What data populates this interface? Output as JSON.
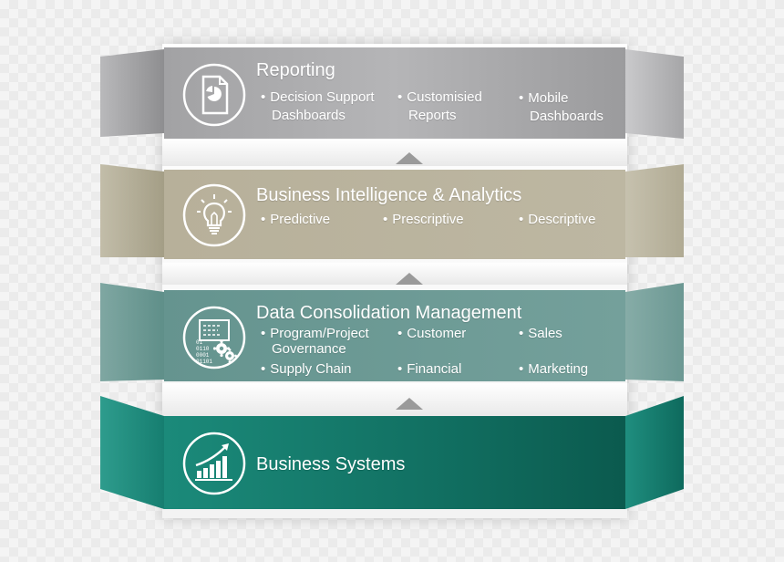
{
  "layers": {
    "reporting": {
      "title": "Reporting",
      "icon": "report-document-icon",
      "items": [
        {
          "line1": "Decision Support",
          "line2": "Dashboards"
        },
        {
          "line1": "Customisied",
          "line2": "Reports"
        },
        {
          "line1": "Mobile",
          "line2": "Dashboards"
        }
      ]
    },
    "bi_analytics": {
      "title": "Business Intelligence & Analytics",
      "icon": "lightbulb-icon",
      "items": [
        "Predictive",
        "Prescriptive",
        "Descriptive"
      ]
    },
    "data_consolidation": {
      "title": "Data Consolidation Management",
      "icon": "data-gears-icon",
      "items": [
        {
          "line1": "Program/Project",
          "line2": "Governance"
        },
        {
          "line1": "Customer"
        },
        {
          "line1": "Sales"
        },
        {
          "line1": "Supply Chain"
        },
        {
          "line1": "Financial"
        },
        {
          "line1": "Marketing"
        }
      ]
    },
    "business_systems": {
      "title": "Business Systems",
      "icon": "growth-bar-chart-icon"
    }
  },
  "bullet_symbol": "•",
  "colors": {
    "reporting": "#a7a7a9",
    "bi_analytics": "#b8b29c",
    "data_consolidation": "#6d9a95",
    "business_systems": "#137a6b",
    "arrow": "#9a9a9a"
  }
}
